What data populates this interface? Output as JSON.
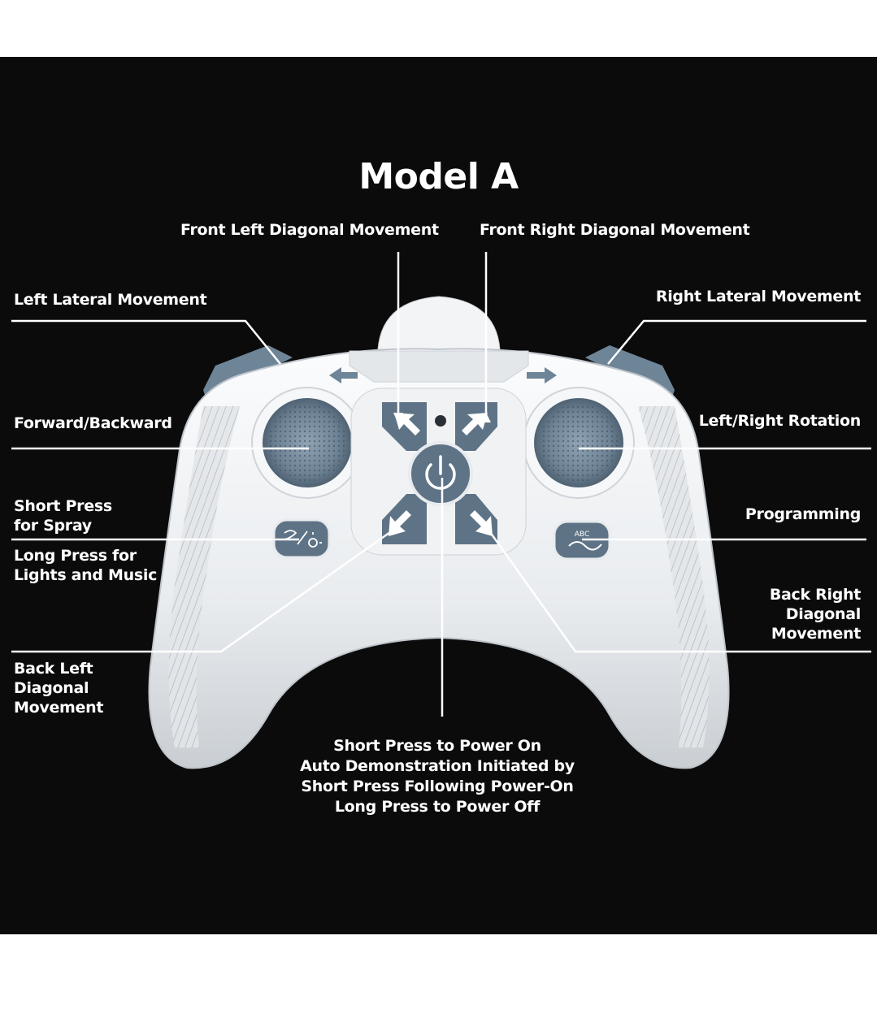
{
  "title": "Model A",
  "labels": {
    "front_left_diagonal": "Front Left Diagonal Movement",
    "front_right_diagonal": "Front Right Diagonal Movement",
    "left_lateral": "Left Lateral Movement",
    "right_lateral": "Right Lateral Movement",
    "forward_backward": "Forward/Backward",
    "left_right_rotation": "Left/Right Rotation",
    "short_press_spray": "Short Press\nfor Spray",
    "long_press_lights": "Long Press for\nLights and Music",
    "programming": "Programming",
    "back_right_diagonal": "Back Right\nDiagonal\nMovement",
    "back_left_diagonal": "Back Left\nDiagonal\nMovement",
    "power": "Short Press to Power On\nAuto Demonstration Initiated by\nShort Press Following Power-On\nLong Press to Power Off"
  },
  "programming_button_text": "ABC",
  "colors": {
    "background": "#0b0b0c",
    "controller_body": "#eef0f2",
    "button_accent": "#5e7386",
    "text": "#ffffff"
  },
  "icons": [
    "power-icon",
    "spray-light-icon",
    "programming-icon",
    "arrow-left-icon",
    "arrow-right-icon",
    "diagonal-arrow-icon"
  ]
}
